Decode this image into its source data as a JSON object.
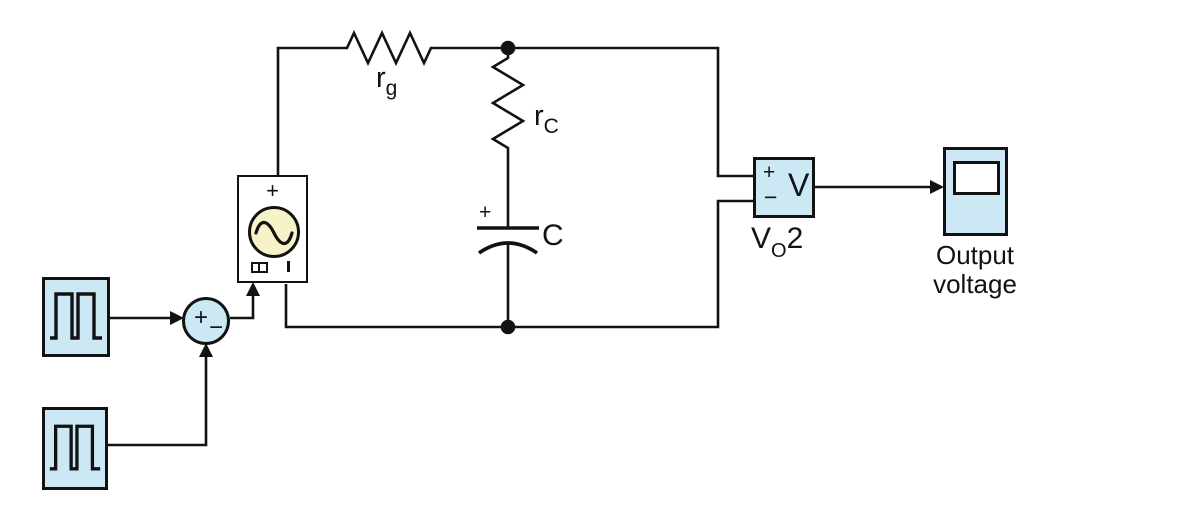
{
  "figure": {
    "type": "simulation-circuit-diagram",
    "colors": {
      "background": "#ffffff",
      "block_fill": "#cde8f5",
      "source_block_fill": "#ffffff",
      "sine_circle_fill": "#f7f3c9",
      "line": "#121212"
    },
    "icons": {
      "pulse_generator": "square-pulse-wave-icon",
      "voltage_source": "sine-wave-icon",
      "source_signal_port": "split-box-port-icon",
      "scope": "scope-screen-icon"
    }
  },
  "blocks": {
    "sum_junction": {
      "plus": "+",
      "minus": "−"
    },
    "controlled_voltage_source": {
      "plus_terminal": "+"
    },
    "voltage_measurement": {
      "plus_terminal": "+",
      "minus_terminal": "−",
      "unit": "V",
      "label_main": "V",
      "label_sub": "O",
      "label_suffix": "2"
    },
    "scope": {
      "caption_line1": "Output",
      "caption_line2": "voltage"
    }
  },
  "component_labels": {
    "rg_main": "r",
    "rg_sub": "g",
    "rc_main": "r",
    "rc_sub": "C",
    "capacitor": "C",
    "capacitor_polarity": "+"
  }
}
